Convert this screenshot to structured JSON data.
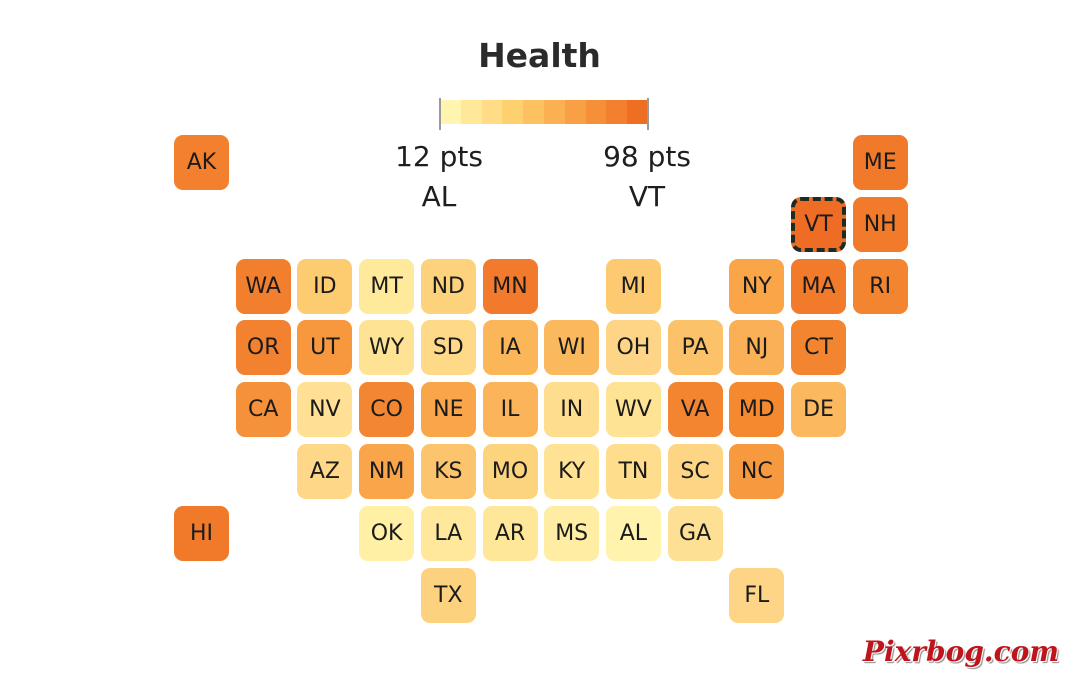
{
  "title": "Health",
  "legend": {
    "min_value": "12 pts",
    "min_state": "AL",
    "max_value": "98 pts",
    "max_state": "VT",
    "color_low": "#fff1a3",
    "color_high": "#ee6a22",
    "stops": [
      "#fff4b0",
      "#ffe89a",
      "#ffdc85",
      "#ffd070",
      "#fdc162",
      "#fbb152",
      "#f8a044",
      "#f59038",
      "#f2802e",
      "#ee6f24"
    ]
  },
  "selected_state": "VT",
  "states": [
    {
      "id": "AK",
      "label": "AK",
      "color": "#f2802e"
    },
    {
      "id": "ME",
      "label": "ME",
      "color": "#f07a2a"
    },
    {
      "id": "VT",
      "label": "VT",
      "color": "#ee6c24"
    },
    {
      "id": "NH",
      "label": "NH",
      "color": "#f17b2b"
    },
    {
      "id": "WA",
      "label": "WA",
      "color": "#f27f2e"
    },
    {
      "id": "ID",
      "label": "ID",
      "color": "#fdcb70"
    },
    {
      "id": "MT",
      "label": "MT",
      "color": "#ffe99a"
    },
    {
      "id": "ND",
      "label": "ND",
      "color": "#fdd27c"
    },
    {
      "id": "MN",
      "label": "MN",
      "color": "#f27a2c"
    },
    {
      "id": "MI",
      "label": "MI",
      "color": "#fdca72"
    },
    {
      "id": "NY",
      "label": "NY",
      "color": "#f9a548"
    },
    {
      "id": "MA",
      "label": "MA",
      "color": "#f17b2b"
    },
    {
      "id": "RI",
      "label": "RI",
      "color": "#f38430"
    },
    {
      "id": "OR",
      "label": "OR",
      "color": "#f38230"
    },
    {
      "id": "UT",
      "label": "UT",
      "color": "#f7973e"
    },
    {
      "id": "WY",
      "label": "WY",
      "color": "#ffe394"
    },
    {
      "id": "SD",
      "label": "SD",
      "color": "#fed988"
    },
    {
      "id": "IA",
      "label": "IA",
      "color": "#fbb65a"
    },
    {
      "id": "WI",
      "label": "WI",
      "color": "#fbb95e"
    },
    {
      "id": "OH",
      "label": "OH",
      "color": "#fed586"
    },
    {
      "id": "PA",
      "label": "PA",
      "color": "#fcc26a"
    },
    {
      "id": "NJ",
      "label": "NJ",
      "color": "#fab057"
    },
    {
      "id": "CT",
      "label": "CT",
      "color": "#f38530"
    },
    {
      "id": "CA",
      "label": "CA",
      "color": "#f5913a"
    },
    {
      "id": "NV",
      "label": "NV",
      "color": "#ffe094"
    },
    {
      "id": "CO",
      "label": "CO",
      "color": "#f38632"
    },
    {
      "id": "NE",
      "label": "NE",
      "color": "#f9a64a"
    },
    {
      "id": "IL",
      "label": "IL",
      "color": "#fbb45a"
    },
    {
      "id": "IN",
      "label": "IN",
      "color": "#fedd8e"
    },
    {
      "id": "WV",
      "label": "WV",
      "color": "#ffe395"
    },
    {
      "id": "VA",
      "label": "VA",
      "color": "#f38430"
    },
    {
      "id": "MD",
      "label": "MD",
      "color": "#f4892f"
    },
    {
      "id": "DE",
      "label": "DE",
      "color": "#fbb85e"
    },
    {
      "id": "AZ",
      "label": "AZ",
      "color": "#fed888"
    },
    {
      "id": "NM",
      "label": "NM",
      "color": "#f9a54a"
    },
    {
      "id": "KS",
      "label": "KS",
      "color": "#fcc46c"
    },
    {
      "id": "MO",
      "label": "MO",
      "color": "#fdd47e"
    },
    {
      "id": "KY",
      "label": "KY",
      "color": "#ffe294"
    },
    {
      "id": "TN",
      "label": "TN",
      "color": "#fedd8c"
    },
    {
      "id": "SC",
      "label": "SC",
      "color": "#fed584"
    },
    {
      "id": "NC",
      "label": "NC",
      "color": "#f7993f"
    },
    {
      "id": "HI",
      "label": "HI",
      "color": "#f17a2a"
    },
    {
      "id": "OK",
      "label": "OK",
      "color": "#fff0a6"
    },
    {
      "id": "LA",
      "label": "LA",
      "color": "#ffe89c"
    },
    {
      "id": "AR",
      "label": "AR",
      "color": "#ffe79a"
    },
    {
      "id": "MS",
      "label": "MS",
      "color": "#ffeda4"
    },
    {
      "id": "AL",
      "label": "AL",
      "color": "#fff3ae"
    },
    {
      "id": "GA",
      "label": "GA",
      "color": "#fee094"
    },
    {
      "id": "TX",
      "label": "TX",
      "color": "#fdd27e"
    },
    {
      "id": "FL",
      "label": "FL",
      "color": "#fed586"
    }
  ],
  "watermark": "Pixrbog.com"
}
